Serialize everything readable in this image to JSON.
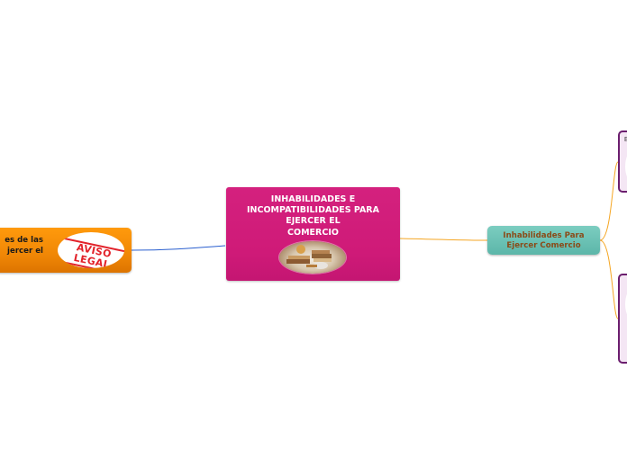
{
  "central": {
    "title": "INHABILIDADES E\nINCOMPATIBILIDADES PARA\nEJERCER EL\nCOMERCIO",
    "image": "law-books-scale-image"
  },
  "branches": {
    "right": {
      "label": "Inhabilidades Para\nEjercer Comercio"
    },
    "left": {
      "label": "es de las\njercer el",
      "badge_text": "AVISO LEGAL"
    }
  },
  "subtopics": [
    {
      "snippet": "E"
    },
    {
      "snippet": ""
    }
  ],
  "colors": {
    "central": "#cf1a78",
    "right_branch": "#6cc3b6",
    "left_branch": "#f28a08",
    "subtopic_border": "#6b1e6e",
    "link_right": "#f5a623",
    "link_left": "#2a5fcf"
  }
}
